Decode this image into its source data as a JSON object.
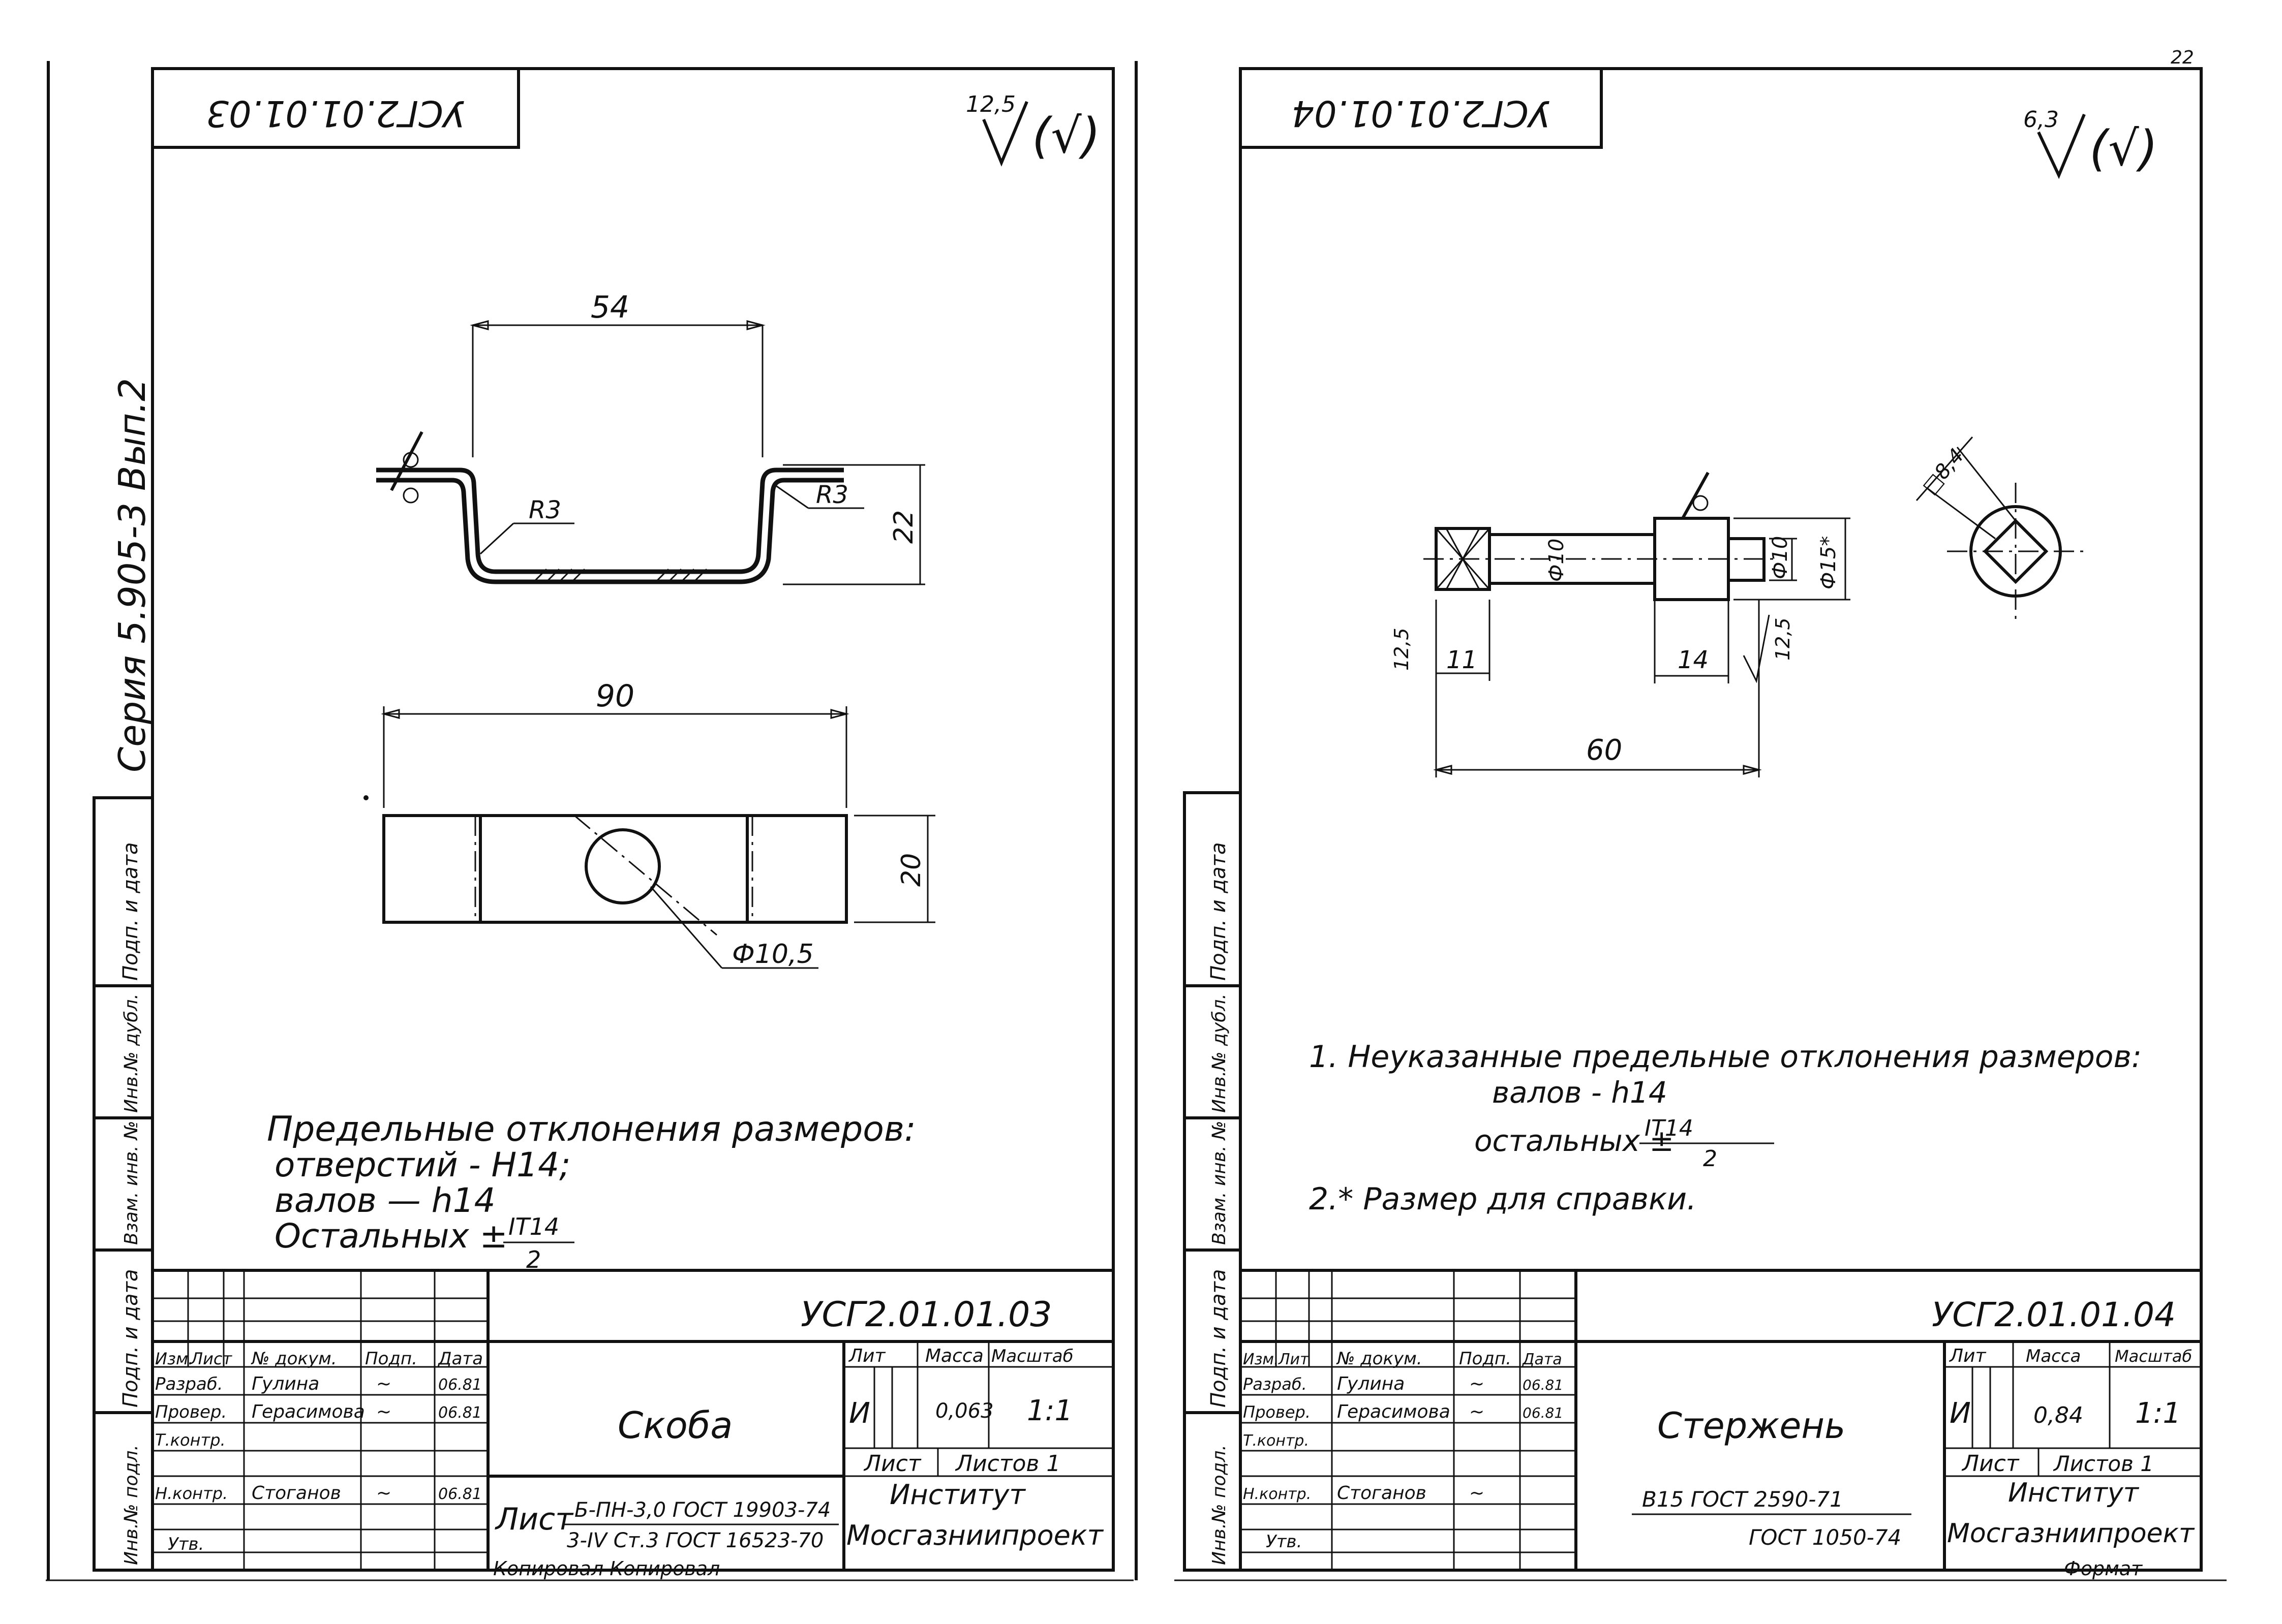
{
  "left_sheet": {
    "stamp_code_rotated": "УСГ2.01.01.03",
    "roughness_top": "12,5",
    "roughness_paren": "(√)",
    "side_series": "Серия 5.905-3  Вып.2",
    "side_cells": [
      "Подп. и дата",
      "Инв.№ дубл.",
      "Взам. инв. №",
      "Подп. и дата",
      "Инв.№ подл."
    ],
    "dims": {
      "d54": "54",
      "r3a": "R3",
      "r3b": "R3",
      "d22": "22",
      "d90": "90",
      "d20": "20",
      "dhole": "Ф10,5"
    },
    "notes": {
      "title": "Предельные отклонения размеров:",
      "line1": "отверстий - Н14;",
      "line2": "валов  —  h14",
      "line3_prefix": "Остальных ±",
      "frac_num": "IT14",
      "frac_den": "2"
    },
    "title_block": {
      "code": "УСГ2.01.01.03",
      "hdr": {
        "izm": "Изм.",
        "list": "Лист",
        "doc": "№ докум.",
        "podp": "Подп.",
        "data": "Дата"
      },
      "rows": [
        {
          "role": "Разраб.",
          "name": "Гулина",
          "sign": "~",
          "date": "06.81"
        },
        {
          "role": "Провер.",
          "name": "Герасимова",
          "sign": "~",
          "date": "06.81"
        },
        {
          "role": "Т.контр.",
          "name": "",
          "sign": "",
          "date": ""
        },
        {
          "role": "",
          "name": "",
          "sign": "",
          "date": ""
        },
        {
          "role": "Н.контр.",
          "name": "Стоганов",
          "sign": "~",
          "date": "06.81"
        },
        {
          "role": "Утв.",
          "name": "",
          "sign": "",
          "date": ""
        }
      ],
      "part_name": "Скоба",
      "lit_label": "Лит",
      "mass_label": "Масса",
      "scale_label": "Масштаб",
      "lit_val": "И",
      "mass_val": "0,063",
      "scale_val": "1:1",
      "sheet_label": "Лист",
      "sheets_label": "Листов 1",
      "material_prefix": "Лист",
      "material_top": "Б-ПН-3,0 ГОСТ 19903-74",
      "material_bottom": "3-IV Ст.3 ГОСТ 16523-70",
      "org1": "Институт",
      "org2": "Мосгазниипроект"
    },
    "footer": "Копировал  Копировал"
  },
  "right_sheet": {
    "stamp_code_rotated": "УСГ2.01.01.04",
    "roughness_top": "6,3",
    "roughness_paren": "(√)",
    "corner_mark": "22",
    "side_cells": [
      "Подп. и дата",
      "Инв.№ дубл.",
      "Взам. инв. №",
      "Подп. и дата",
      "Инв.№ подл."
    ],
    "dims": {
      "sq": "□8,4",
      "d10a": "Ф10",
      "d10b": "Ф10",
      "d15": "Ф15*",
      "r125a": "12,5",
      "r125b": "12,5",
      "d11": "11",
      "d14": "14",
      "d60": "60"
    },
    "notes": {
      "line1": "1. Неуказанные предельные отклонения размеров:",
      "line2": "валов - h14",
      "line3_prefix": "остальных ±",
      "frac_num": "IT14",
      "frac_den": "2",
      "line4": "2.* Размер для справки."
    },
    "title_block": {
      "code": "УСГ2.01.01.04",
      "hdr": {
        "izm": "Изм.",
        "list": "Лит",
        "doc": "№ докум.",
        "podp": "Подп.",
        "data": "Дата"
      },
      "rows": [
        {
          "role": "Разраб.",
          "name": "Гулина",
          "sign": "~",
          "date": "06.81"
        },
        {
          "role": "Провер.",
          "name": "Герасимова",
          "sign": "~",
          "date": "06.81"
        },
        {
          "role": "Т.контр.",
          "name": "",
          "sign": "",
          "date": ""
        },
        {
          "role": "",
          "name": "",
          "sign": "",
          "date": ""
        },
        {
          "role": "Н.контр.",
          "name": "Стоганов",
          "sign": "~",
          "date": ""
        },
        {
          "role": "Утв.",
          "name": "",
          "sign": "",
          "date": ""
        }
      ],
      "part_name": "Стержень",
      "lit_label": "Лит",
      "mass_label": "Масса",
      "scale_label": "Масштаб",
      "lit_val": "И",
      "mass_val": "0,84",
      "scale_val": "1:1",
      "sheet_label": "Лист",
      "sheets_label": "Листов 1",
      "material_top": "В15 ГОСТ 2590-71",
      "material_bottom": "ГОСТ 1050-74",
      "org1": "Институт",
      "org2": "Мосгазниипроект"
    },
    "footer": "Формат"
  }
}
